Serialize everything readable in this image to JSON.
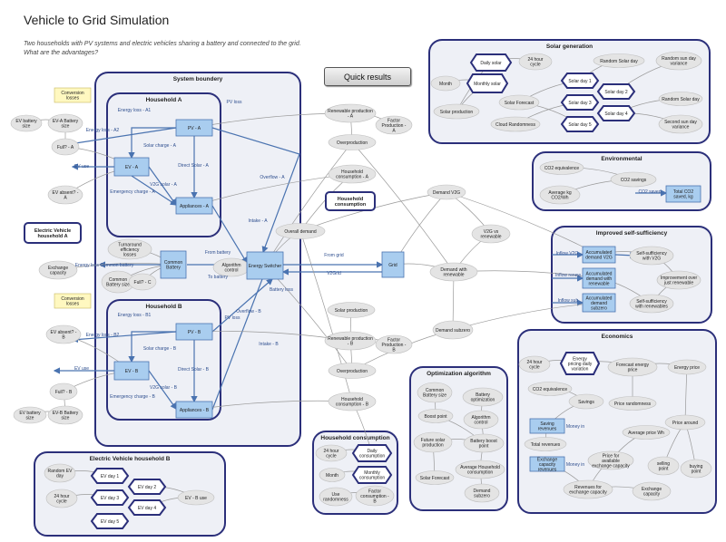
{
  "title": "Vehicle to Grid Simulation",
  "subtitle": "Two households with PV systems and electric vehicles sharing a battery and connected to the grid.\nWhat are the advantages?",
  "quick_results": "Quick results",
  "colors": {
    "frame_stroke": "#2b2f7a",
    "frame_fill": "#eef0f6",
    "stock_fill": "#a9cdef",
    "stock_stroke": "#4a73b0",
    "aux_fill": "#e4e4e4",
    "flow_color": "#4a73b0",
    "link_color": "#9a9a9a",
    "note_fill": "#fff8c0",
    "agent_fill": "#ffffff"
  },
  "frames": [
    {
      "id": "system",
      "label": "System boundery"
    },
    {
      "id": "hha",
      "label": "Household A"
    },
    {
      "id": "hhb",
      "label": "Household B"
    },
    {
      "id": "solar",
      "label": "Solar generation"
    },
    {
      "id": "env",
      "label": "Environmental"
    },
    {
      "id": "self",
      "label": "Improved self-sufficiency"
    },
    {
      "id": "econ",
      "label": "Economics"
    },
    {
      "id": "opt",
      "label": "Optimization algorithm"
    },
    {
      "id": "hhc",
      "label": "Household consumption"
    },
    {
      "id": "evb",
      "label": "Electric Vehicle household B"
    }
  ],
  "stocks": {
    "pv_a": "PV - A",
    "ev_a": "EV - A",
    "app_a": "Appliances - A",
    "common_battery": "Common Battery",
    "energy_switcher": "Energy Switcher",
    "grid": "Grid",
    "pv_b": "PV - B",
    "ev_b": "EV - B",
    "app_b": "Appliances - B",
    "acc_v2g": "Accumulated demand V2G",
    "acc_renew": "Accumulated demand with renewable",
    "acc_subzero": "Accumulated demand subzero",
    "total_co2": "Total CO2 saved, kg",
    "saving_rev": "Saving revenues",
    "exch_rev": "Exchange capacity revenues"
  },
  "notes": {
    "conv_a": "Conversion losses",
    "conv_b": "Conversion losses"
  },
  "agents": {
    "ev_veh_a": "Electric Vehicle household A",
    "hh_consumption": "Household consumption"
  },
  "hexes": {
    "daily_solar": "Daily solar",
    "monthly_solar": "Monthly solar",
    "sd1": "Solar day 1",
    "sd2": "Solar day 2",
    "sd3": "Solar day 3",
    "sd4": "Solar day 4",
    "sd5": "Solar day 5",
    "energy_pricing": "Energy pricing daily variation",
    "daily_cons": "Daily consumption",
    "monthly_cons": "Monthly consumption",
    "evd1": "EV day 1",
    "evd2": "EV day 2",
    "evd3": "EV day 3",
    "evd4": "EV day 4",
    "evd5": "EV day 5"
  },
  "aux": {
    "ev_battery_a": "EV battery size",
    "ev_a_battery": "EV-A Battery size",
    "full_a": "Full? - A",
    "ev_absent_a": "EV absent? - A",
    "renew_prod_a": "Renewable production - A",
    "factor_prod_a": "Factor Production - A",
    "overproduction_a": "Overproduction",
    "hh_cons_a": "Household consumption - A",
    "overall_demand": "Overall demand",
    "demand_v2g": "Demand V2G",
    "v2g_vs_renew": "V2G vs renewable",
    "demand_with_renew": "Demand with renewable",
    "demand_subzero": "Demand subzero",
    "turnaround": "Turnaround efficiency losses",
    "exchange_cap": "Exchange capacity",
    "common_batt_size": "Common Battery size",
    "full_c": "Full? - C",
    "algo_control": "Algorithm control",
    "solar_prod": "Solar production",
    "renew_prod_b": "Renewable production - B",
    "factor_prod_b": "Factor Production - B",
    "overproduction_b": "Overproduction",
    "hh_cons_b": "Household consumption - B",
    "ev_absent_b": "EV absent? - B",
    "full_b": "Full? - B",
    "ev_battery_b": "EV battery size",
    "ev_b_battery": "EV-B Battery size",
    "month_s": "Month",
    "cycle24_s": "24 hour cycle",
    "random_solar_day": "Random Solar day",
    "random_sun_var": "Random sun day variance",
    "random_solar_day2": "Random Solar day",
    "second_sun_var": "Second sun day variance",
    "solar_forecast": "Solar Forecast",
    "solar_production2": "Solar production",
    "cloud_random": "Cloud Randomness",
    "co2_equiv": "CO2 equivalence",
    "co2_savings": "CO2 savings",
    "avg_kg": "Average kg CO2/Wh",
    "ss_v2g": "Self-sufficiency with V2G",
    "improve_over": "Improvement over just renewable",
    "ss_renew": "Self-sufficiency with renewables",
    "cycle24_e": "24 hour cycle",
    "forecast_price": "Forecast energy price",
    "energy_price": "Energy price",
    "co2_equiv2": "CO2 equivalence",
    "savings": "Savings",
    "price_random": "Price randomness",
    "price_around": "Price around",
    "avg_price": "Average price Wh",
    "total_rev": "Total revenues",
    "selling_point": "selling point",
    "buying_point": "buying point",
    "price_avail": "Price for available exchange capacity",
    "rev_exch": "Revenues for exchange capacity",
    "exch_cap2": "Exchange capacity",
    "common_batt_size2": "Common Battery size",
    "batt_opt": "Battery optimization",
    "boost_point": "Boost point",
    "algo_control2": "Algorithm control",
    "battery_boost": "Battery boost point",
    "future_solar": "Future solar production",
    "solar_forecast2": "Solar Forecast",
    "avg_hh_cons": "Average Household consumption",
    "demand_subzero2": "Demand subzero",
    "cycle24_h": "24 hour cycle",
    "month_h": "Month",
    "use_random": "Use randomness",
    "factor_cons_b": "Factor consumption - B",
    "random_ev_day": "Random EV day",
    "cycle24_ev": "24 hour cycle",
    "ev_b_use": "EV - B use"
  },
  "flows": {
    "pv_loss": "PV loss",
    "energy_loss_a1": "Energy loss - A1",
    "energy_loss_a2": "Energy loss - A2",
    "solar_charge_a": "Solar charge - A",
    "ev_use_a": "EV use",
    "direct_solar_a": "Direct Solar - A",
    "emergency_charge_a": "Emergency charge - A",
    "v2g_solar_a": "V2G solar - A",
    "overflow_a": "Overflow - A",
    "intake_a": "Intake - A",
    "energy_loss_c": "Energy loss Common battery",
    "from_battery": "From battery",
    "to_battery": "To battery",
    "from_grid": "From grid",
    "v2grid": "V2Grid",
    "battery_loss": "Battery loss",
    "energy_loss_b1": "Energy loss - B1",
    "pv_loss_b": "PV loss",
    "energy_loss_b2": "Energy loss - B2",
    "solar_charge_b": "Solar charge - B",
    "ev_use_b": "EV use",
    "direct_solar_b": "Direct Solar - B",
    "emergency_charge_b": "Emergency charge - B",
    "v2g_solar_b": "V2G solar - B",
    "overflow_b": "Overflow - B",
    "intake_b": "Intake - B",
    "co2_saved": "CO2 saved",
    "inflow_v2g": "Inflow V2G",
    "inflow_renew": "Inflow renew",
    "inflow_sub": "Inflow sub",
    "money_in1": "Money in",
    "money_in2": "Money in"
  }
}
